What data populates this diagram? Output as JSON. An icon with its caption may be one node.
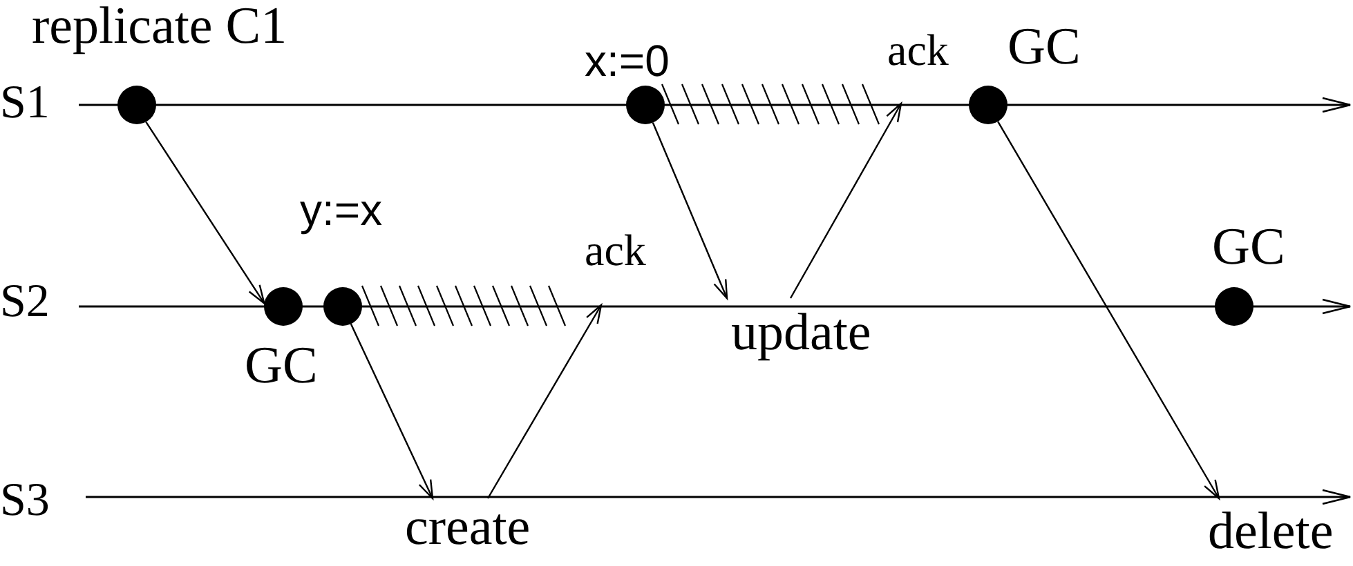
{
  "diagram": {
    "nodes": [
      {
        "text": [],
        "shape": "circle",
        "beside": [
          "replicate C1"
        ]
      },
      {
        "text": [],
        "shape": "circle",
        "beside": [
          "x:=0"
        ]
      },
      {
        "text": [
          "ack"
        ]
      },
      {
        "text": [],
        "shape": "circle",
        "beside": [
          "GC"
        ]
      },
      {
        "text": [],
        "shape": "circle",
        "beside": [
          "GC"
        ]
      },
      {
        "text": [],
        "shape": "circle",
        "beside": [
          "y:=x"
        ]
      },
      {
        "text": [
          "ack"
        ]
      },
      {
        "text": [
          "update"
        ]
      },
      {
        "text": [],
        "shape": "circle",
        "beside": [
          "GC"
        ]
      },
      {
        "text": [
          "create"
        ]
      },
      {
        "text": [
          "delete"
        ]
      }
    ],
    "edges": [
      {
        "from": 0,
        "to": 4,
        "arrow": "to"
      },
      {
        "from": 5,
        "to": 9,
        "arrow": "to"
      },
      {
        "from": 9,
        "to": 6,
        "arrow": "to"
      },
      {
        "from": 1,
        "to": 7,
        "arrow": "to"
      },
      {
        "from": 7,
        "to": 2,
        "arrow": "to"
      },
      {
        "from": 3,
        "to": 10,
        "arrow": "to"
      }
    ],
    "labels": [
      "S1",
      "S2",
      "S3"
    ]
  }
}
